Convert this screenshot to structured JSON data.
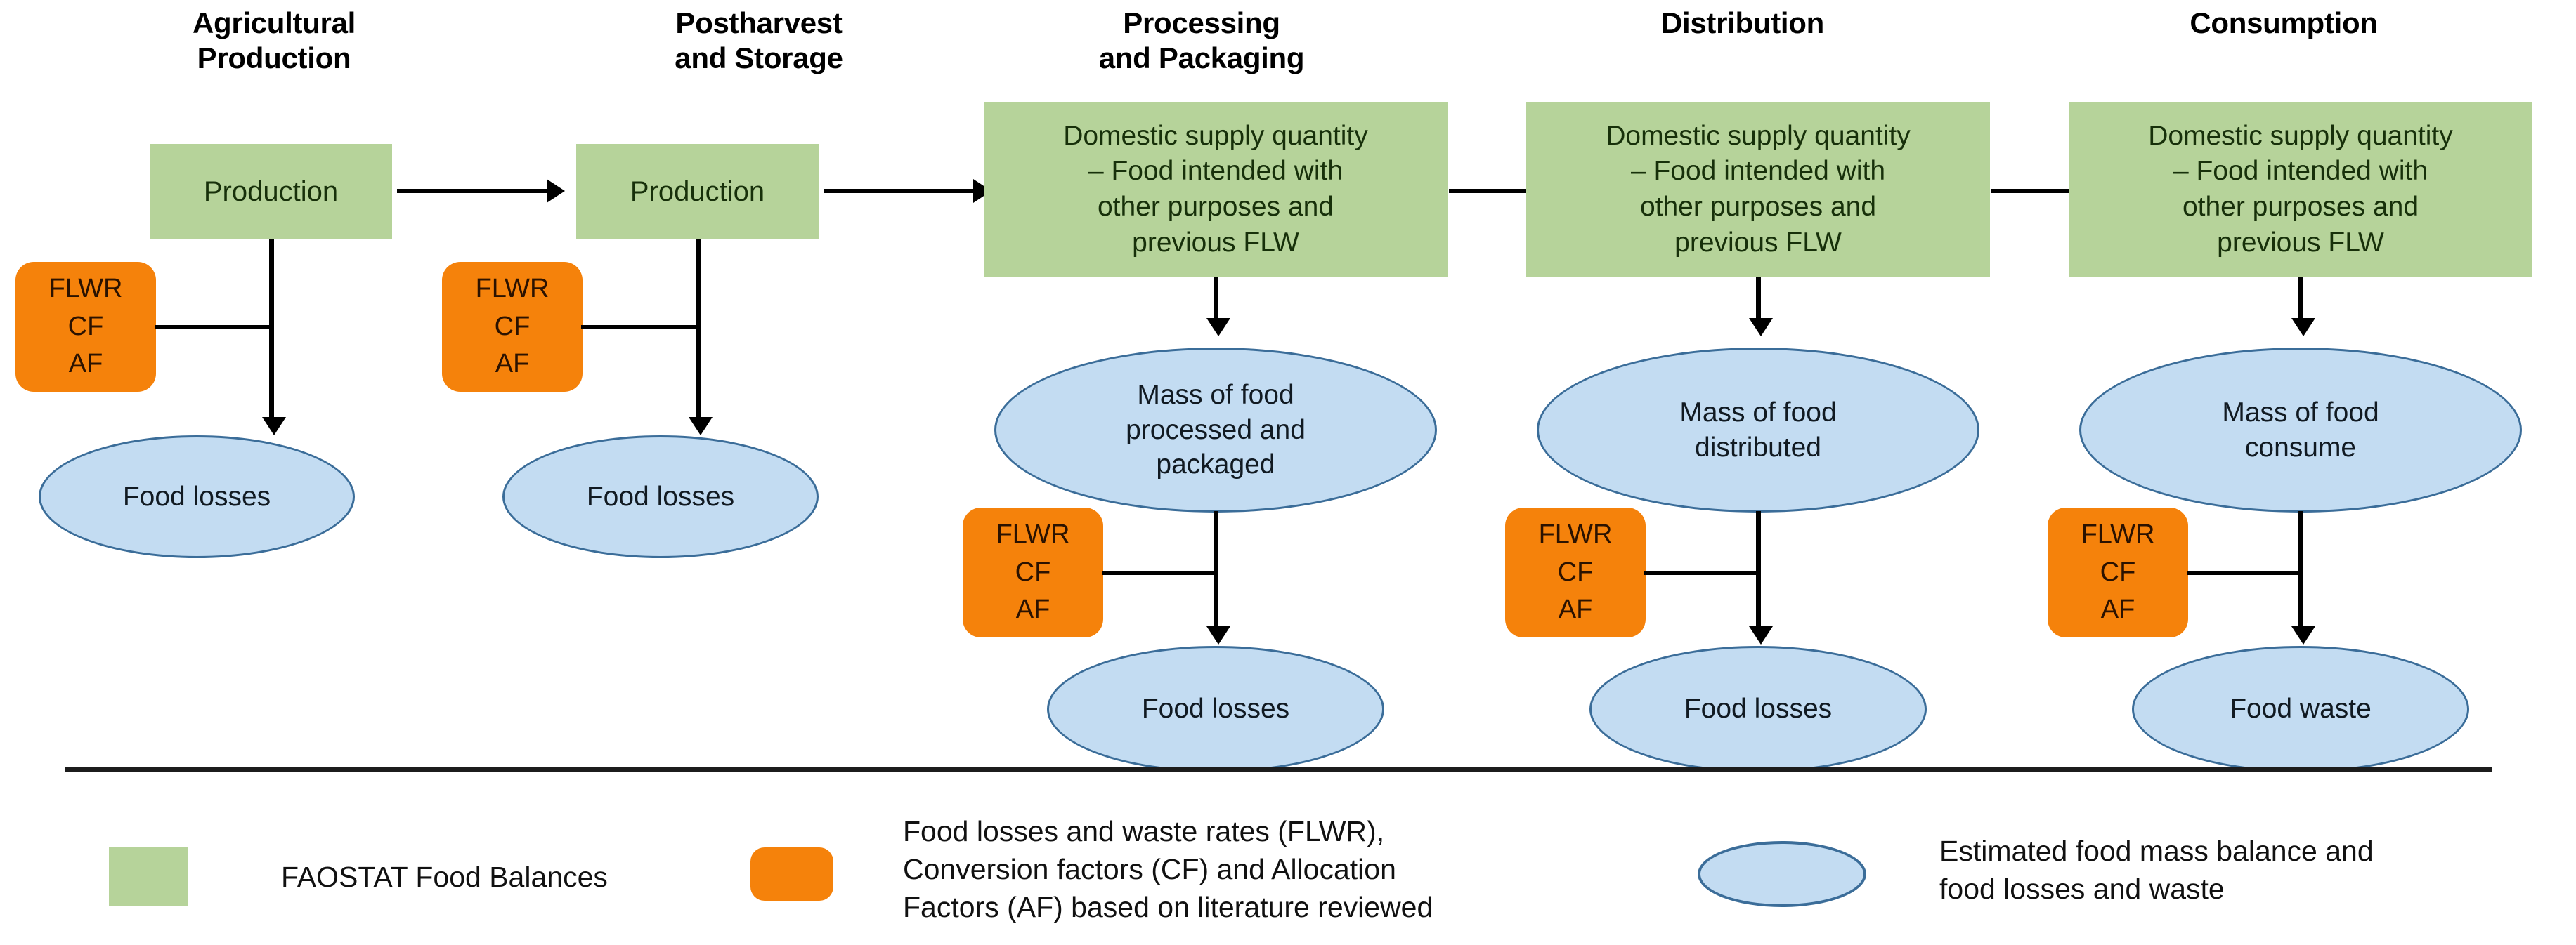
{
  "diagram": {
    "type": "flow-diagram",
    "title_visible": false,
    "colors": {
      "green_box": "#b6d39a",
      "orange_box": "#f5820b",
      "ellipse_fill": "#c3dcf2",
      "ellipse_stroke": "#3b6d99",
      "connector": "#000000",
      "divider": "#1c1c1c",
      "background": "#ffffff"
    },
    "stages": [
      {
        "id": "agricultural-production",
        "header": "Agricultural\nProduction",
        "green_box": "Production",
        "flwr_box": [
          "FLWR",
          "CF",
          "AF"
        ],
        "outputs": [
          "Food losses"
        ]
      },
      {
        "id": "postharvest-and-storage",
        "header": "Postharvest\nand Storage",
        "green_box": "Production",
        "flwr_box": [
          "FLWR",
          "CF",
          "AF"
        ],
        "outputs": [
          "Food losses"
        ]
      },
      {
        "id": "processing-and-packaging",
        "header": "Processing\nand Packaging",
        "green_box": "Domestic supply quantity\n– Food intended with\nother purposes and\nprevious FLW",
        "mass_ellipse": "Mass of food\nprocessed and\npackaged",
        "flwr_box": [
          "FLWR",
          "CF",
          "AF"
        ],
        "outputs": [
          "Food losses"
        ]
      },
      {
        "id": "distribution",
        "header": "Distribution",
        "green_box": "Domestic supply quantity\n– Food intended with\nother purposes and\nprevious FLW",
        "mass_ellipse": "Mass of food\ndistributed",
        "flwr_box": [
          "FLWR",
          "CF",
          "AF"
        ],
        "outputs": [
          "Food losses"
        ]
      },
      {
        "id": "consumption",
        "header": "Consumption",
        "green_box": "Domestic supply quantity\n– Food intended with\nother purposes and\nprevious FLW",
        "mass_ellipse": "Mass of food\nconsume",
        "flwr_box": [
          "FLWR",
          "CF",
          "AF"
        ],
        "outputs": [
          "Food waste"
        ]
      }
    ]
  },
  "legend": {
    "items": [
      {
        "shape": "green-square",
        "label": "FAOSTAT Food Balances"
      },
      {
        "shape": "orange-rounded-rect",
        "label": "Food losses and waste rates (FLWR),\nConversion factors (CF) and Allocation\nFactors (AF) based on literature reviewed"
      },
      {
        "shape": "blue-ellipse",
        "label": "Estimated food mass balance and\nfood losses and waste"
      }
    ]
  }
}
